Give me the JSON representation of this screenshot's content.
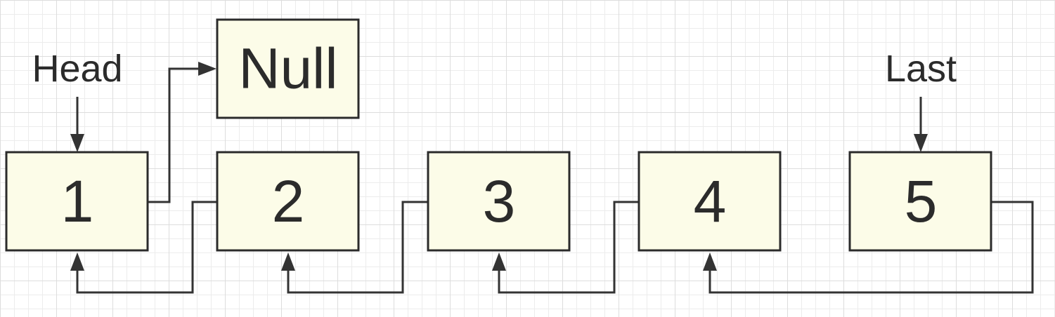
{
  "nodes": [
    {
      "label": "1"
    },
    {
      "label": "2"
    },
    {
      "label": "3"
    },
    {
      "label": "4"
    },
    {
      "label": "5"
    }
  ],
  "null_node": {
    "label": "Null"
  },
  "pointers": {
    "head": "Head",
    "last": "Last"
  },
  "colors": {
    "node_fill": "#fcfce8",
    "stroke": "#2b2b2b",
    "grid": "#e6e6e6"
  }
}
